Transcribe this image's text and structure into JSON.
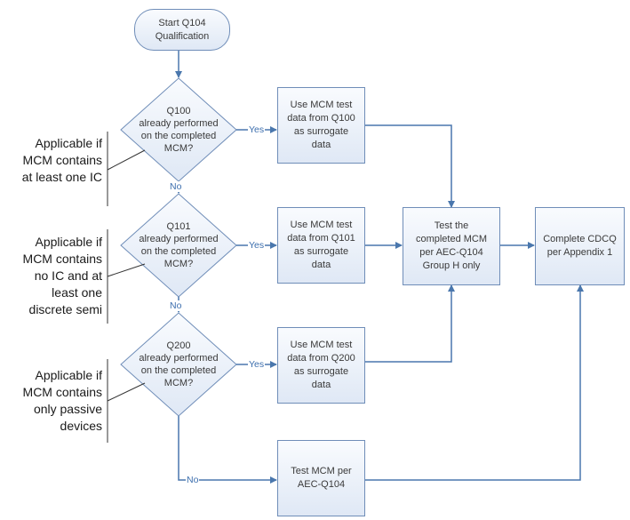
{
  "flowchart": {
    "start": "Start Q104\nQualification",
    "decisions": [
      "Q100\nalready performed\non the completed\nMCM?",
      "Q101\nalready performed\non the completed\nMCM?",
      "Q200\nalready performed\non the completed\nMCM?"
    ],
    "surrogate_boxes": [
      "Use MCM test\ndata from Q100\nas surrogate\ndata",
      "Use MCM test\ndata from Q101\nas surrogate\ndata",
      "Use MCM test\ndata from Q200\nas surrogate\ndata"
    ],
    "test_group_h": "Test the\ncompleted MCM\nper AEC-Q104\nGroup H only",
    "test_full": "Test MCM per\nAEC-Q104",
    "complete": "Complete CDCQ\nper Appendix 1",
    "edge_labels": {
      "yes": "Yes",
      "no": "No"
    },
    "notes": [
      "Applicable if\nMCM contains\nat least one IC",
      "Applicable if\nMCM contains\nno IC and at\nleast one\ndiscrete semi",
      "Applicable if\nMCM contains\nonly passive\ndevices"
    ]
  },
  "colors": {
    "box_border": "#6f8db8",
    "arrow": "#4a77ad",
    "note_bracket": "#333333"
  }
}
